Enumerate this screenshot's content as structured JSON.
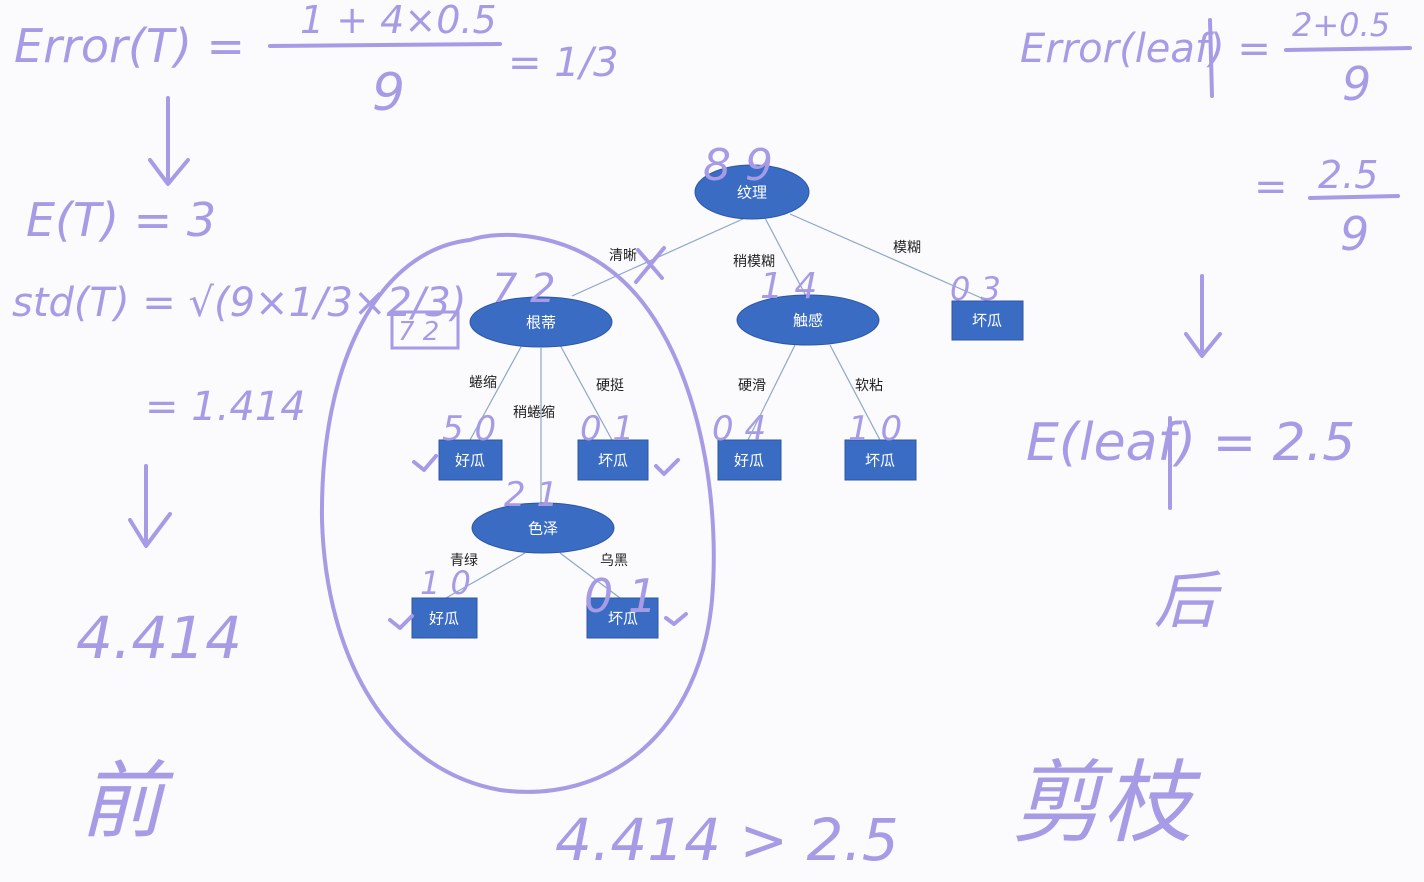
{
  "colors": {
    "node_fill": "#3a6cc4",
    "node_stroke": "#2c56a6",
    "ink": "#a79be6",
    "edge": "#8fa6c6"
  },
  "tree": {
    "root": "纹理",
    "edges": {
      "qingxi": "清晰",
      "shaomohu": "稍模糊",
      "mohu": "模糊",
      "quansuo": "蜷缩",
      "shaoquansuo": "稍蜷缩",
      "yingting": "硬挺",
      "yinghua": "硬滑",
      "ruannian": "软粘",
      "qinglv": "青绿",
      "wuhei": "乌黑"
    },
    "nodes": {
      "gendi": "根蒂",
      "chugan": "触感",
      "sezhe": "色泽",
      "leaf_mohu": "坏瓜",
      "leaf_quansuo": "好瓜",
      "leaf_yingting": "坏瓜",
      "leaf_yinghua": "好瓜",
      "leaf_ruannian": "坏瓜",
      "leaf_qinglv": "好瓜",
      "leaf_wuhei": "坏瓜"
    }
  },
  "annotations": {
    "left": {
      "error_t": "Error(T) =",
      "numerator": "1 + 4×0.5",
      "denominator": "9",
      "equals_third": "= 1/3",
      "e_t": "E(T) = 3",
      "std_t": "std(T) = √(9×1/3×2/3)",
      "std_val": "= 1.414",
      "total": "4.414",
      "before": "前"
    },
    "right": {
      "error_leaf": "Error(leaf) =",
      "num": "2+0.5",
      "den": "9",
      "eq_num": "2.5",
      "eq_den": "9",
      "e_leaf": "E(leaf) = 2.5",
      "after": "后",
      "prune": "剪枝"
    },
    "bottom": {
      "compare": "4.414 > 2.5"
    },
    "counts": {
      "root": "8  9",
      "gendi": "7  2",
      "gendi_side": "7 2",
      "chugan": "1  4",
      "mohu": "0  3",
      "quansuo": "5  0",
      "yingting": "0  1",
      "sezhe": "2  1",
      "yinghua": "0  4",
      "ruannian": "1  0",
      "qinglv": "1  0",
      "wuhei": "0  1"
    }
  }
}
